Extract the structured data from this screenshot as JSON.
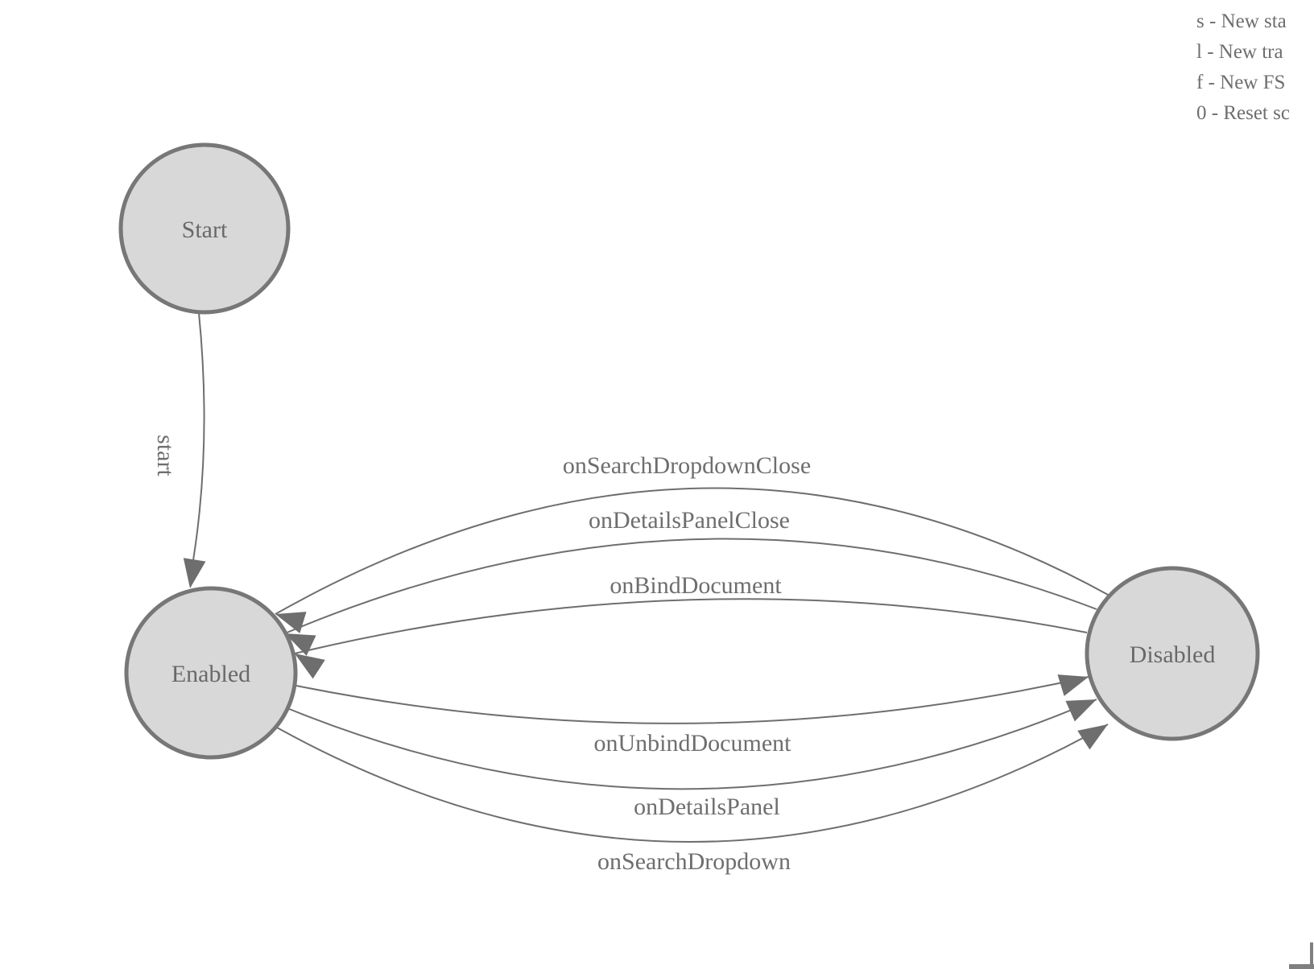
{
  "diagram": {
    "kind": "finite-state-machine",
    "states": [
      {
        "id": "start",
        "label": "Start"
      },
      {
        "id": "enabled",
        "label": "Enabled"
      },
      {
        "id": "disabled",
        "label": "Disabled"
      }
    ],
    "edges": [
      {
        "from": "Start",
        "to": "Enabled",
        "label": "start"
      },
      {
        "from": "Disabled",
        "to": "Enabled",
        "label": "onSearchDropdownClose"
      },
      {
        "from": "Disabled",
        "to": "Enabled",
        "label": "onDetailsPanelClose"
      },
      {
        "from": "Disabled",
        "to": "Enabled",
        "label": "onBindDocument"
      },
      {
        "from": "Enabled",
        "to": "Disabled",
        "label": "onUnbindDocument"
      },
      {
        "from": "Enabled",
        "to": "Disabled",
        "label": "onDetailsPanel"
      },
      {
        "from": "Enabled",
        "to": "Disabled",
        "label": "onSearchDropdown"
      }
    ]
  },
  "legend": {
    "lines": [
      "s - New sta",
      "l - New tra",
      "f - New FS",
      "0 - Reset sc"
    ]
  },
  "colors": {
    "node_fill": "#d8d8d8",
    "node_stroke": "#777777",
    "edge_stroke": "#6e6e6e",
    "text": "#6e6e6e",
    "background": "#ffffff"
  }
}
